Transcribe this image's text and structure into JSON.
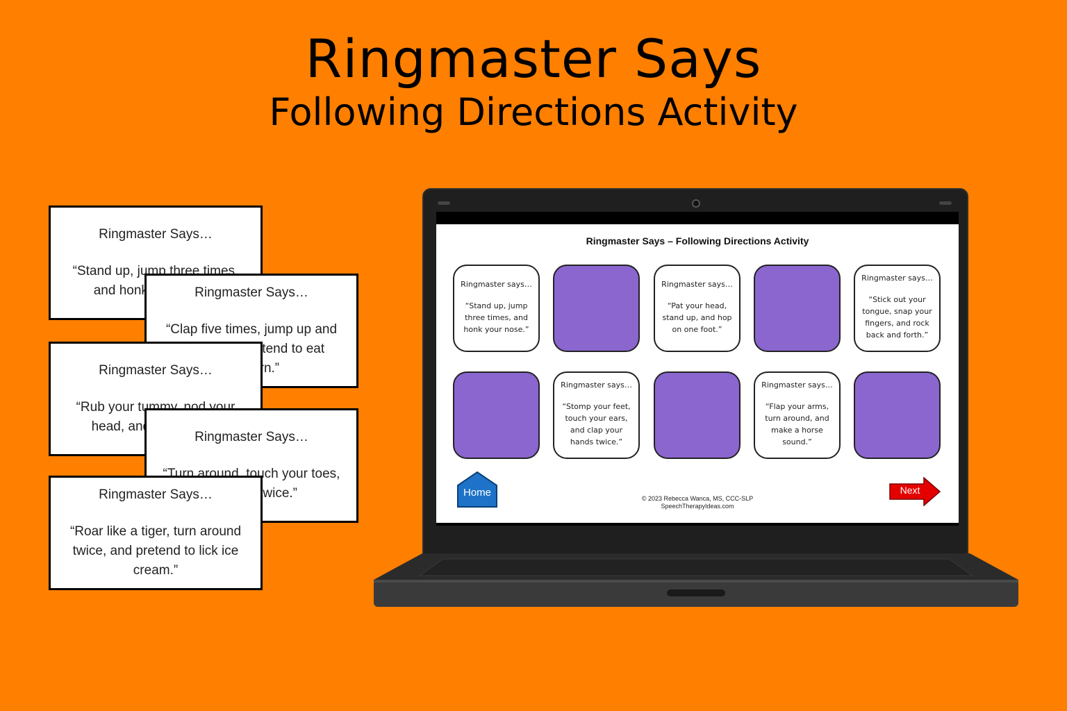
{
  "header": {
    "title": "Ringmaster Says",
    "subtitle": "Following Directions Activity"
  },
  "paper_cards": [
    {
      "title": "Ringmaster Says…",
      "text": "“Stand up, jump three times, and honk your nose.”"
    },
    {
      "title": "Ringmaster Says…",
      "text": "“Clap five times, jump up and down, and pretend to eat popcorn.”"
    },
    {
      "title": "Ringmaster Says…",
      "text": "“Rub your tummy, nod your head, and clap twice.”"
    },
    {
      "title": "Ringmaster Says…",
      "text": "“Turn around, touch your toes, and clap twice.”"
    },
    {
      "title": "Ringmaster Says…",
      "text": "“Roar like a tiger, turn around twice, and pretend to lick ice cream.”"
    }
  ],
  "slide": {
    "title": "Ringmaster Says – Following Directions Activity",
    "tiles": [
      {
        "covered": false,
        "title": "Ringmaster says…",
        "text": "“Stand up, jump three times, and honk your nose.”"
      },
      {
        "covered": true
      },
      {
        "covered": false,
        "title": "Ringmaster says…",
        "text": "“Pat your head, stand up, and hop on one foot.”"
      },
      {
        "covered": true
      },
      {
        "covered": false,
        "title": "Ringmaster says…",
        "text": "“Stick out your tongue, snap your fingers, and rock back and forth.”"
      },
      {
        "covered": true
      },
      {
        "covered": false,
        "title": "Ringmaster says…",
        "text": "“Stomp your feet, touch your ears, and clap your hands twice.”"
      },
      {
        "covered": true
      },
      {
        "covered": false,
        "title": "Ringmaster says…",
        "text": "“Flap your arms, turn around, and make a horse sound.”"
      },
      {
        "covered": true
      }
    ],
    "home_label": "Home",
    "next_label": "Next",
    "copyright_line1": "© 2023 Rebecca Wanca, MS, CCC-SLP",
    "copyright_line2": "SpeechTherapyIdeas.com"
  },
  "colors": {
    "background": "#ff7f00",
    "tile_covered": "#8b66cf",
    "home_button": "#1e73c8",
    "next_button": "#e50000"
  },
  "icons": {
    "home": "house-shape-icon",
    "next": "right-arrow-icon"
  }
}
